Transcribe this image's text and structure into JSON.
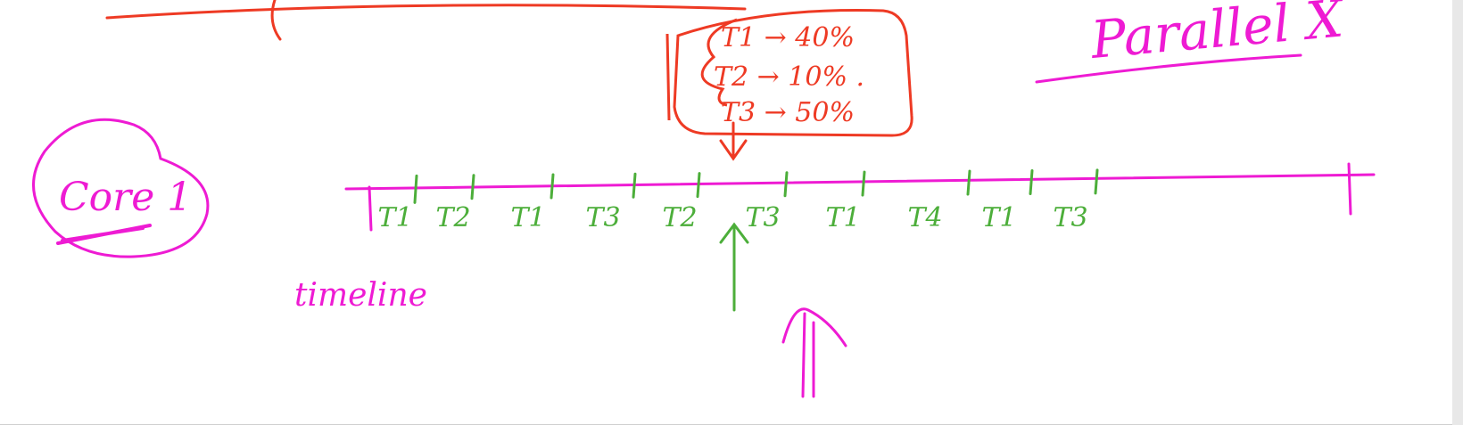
{
  "colors": {
    "magenta": "#ee1bd3",
    "red": "#ee3a24",
    "green": "#4cae3a"
  },
  "title": "Parallel X",
  "core_label": "Core 1",
  "timeline_label": "timeline",
  "shares": [
    {
      "label": "T1 → 40%"
    },
    {
      "label": "T2 → 10% ."
    },
    {
      "label": "T3 → 50%"
    }
  ],
  "slots": [
    "T1",
    "T2",
    "T1",
    "T3",
    "T2",
    "T3",
    "T1",
    "T4",
    "T1",
    "T3"
  ]
}
